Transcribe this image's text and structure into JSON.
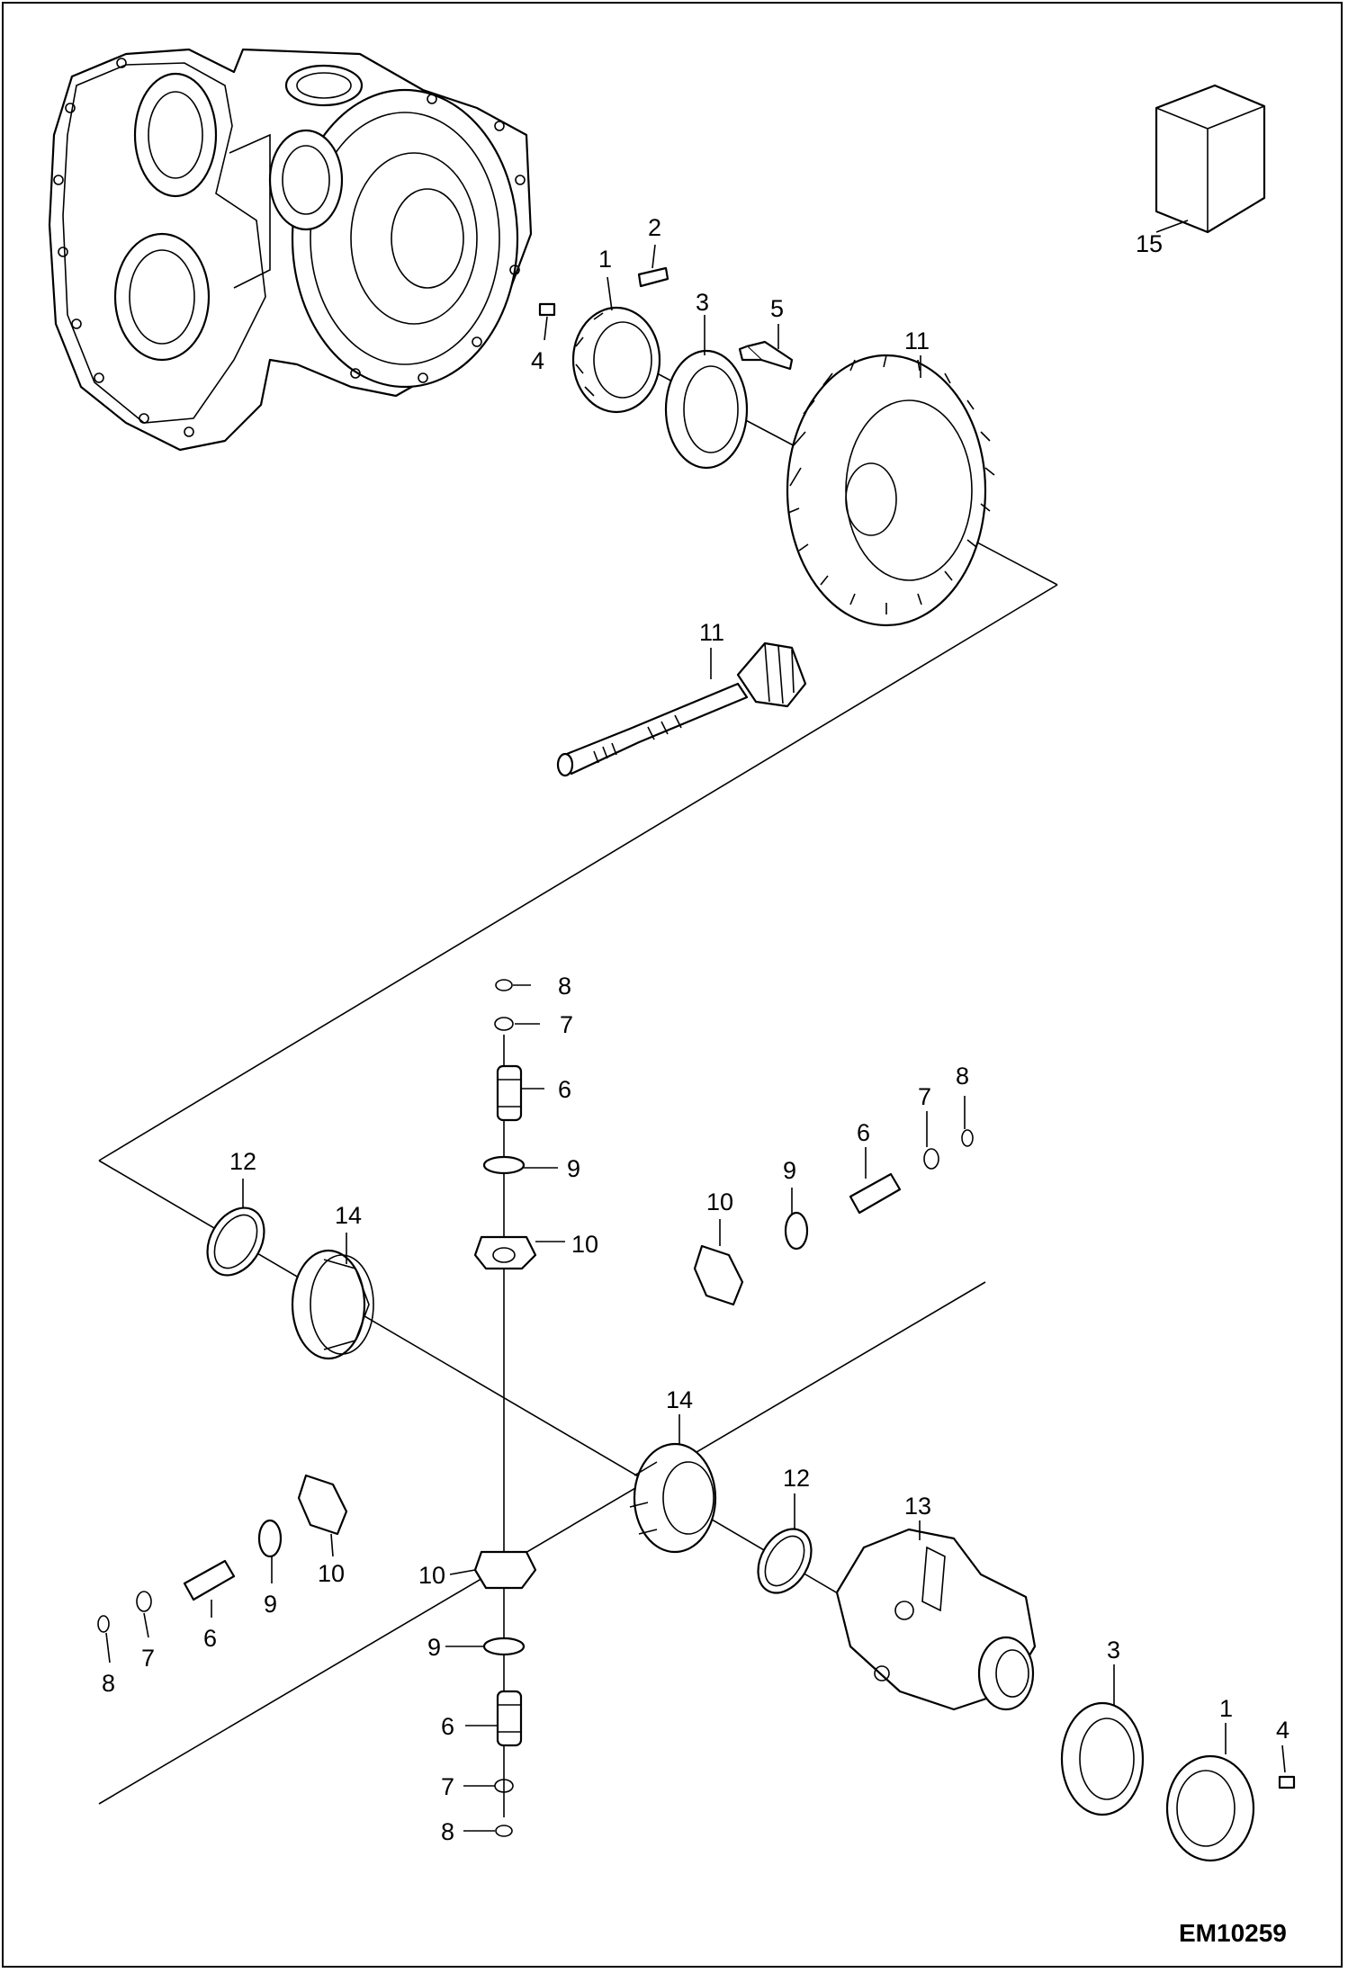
{
  "drawing_code": "EM10259",
  "callouts": {
    "n1": "1",
    "n2": "2",
    "n3": "3",
    "n4": "4",
    "n5": "5",
    "n6": "6",
    "n7": "7",
    "n8": "8",
    "n9": "9",
    "n10": "10",
    "n11": "11",
    "n12": "12",
    "n13": "13",
    "n14": "14",
    "n15": "15"
  },
  "colors": {
    "ink": "#000000",
    "paper": "#ffffff"
  }
}
